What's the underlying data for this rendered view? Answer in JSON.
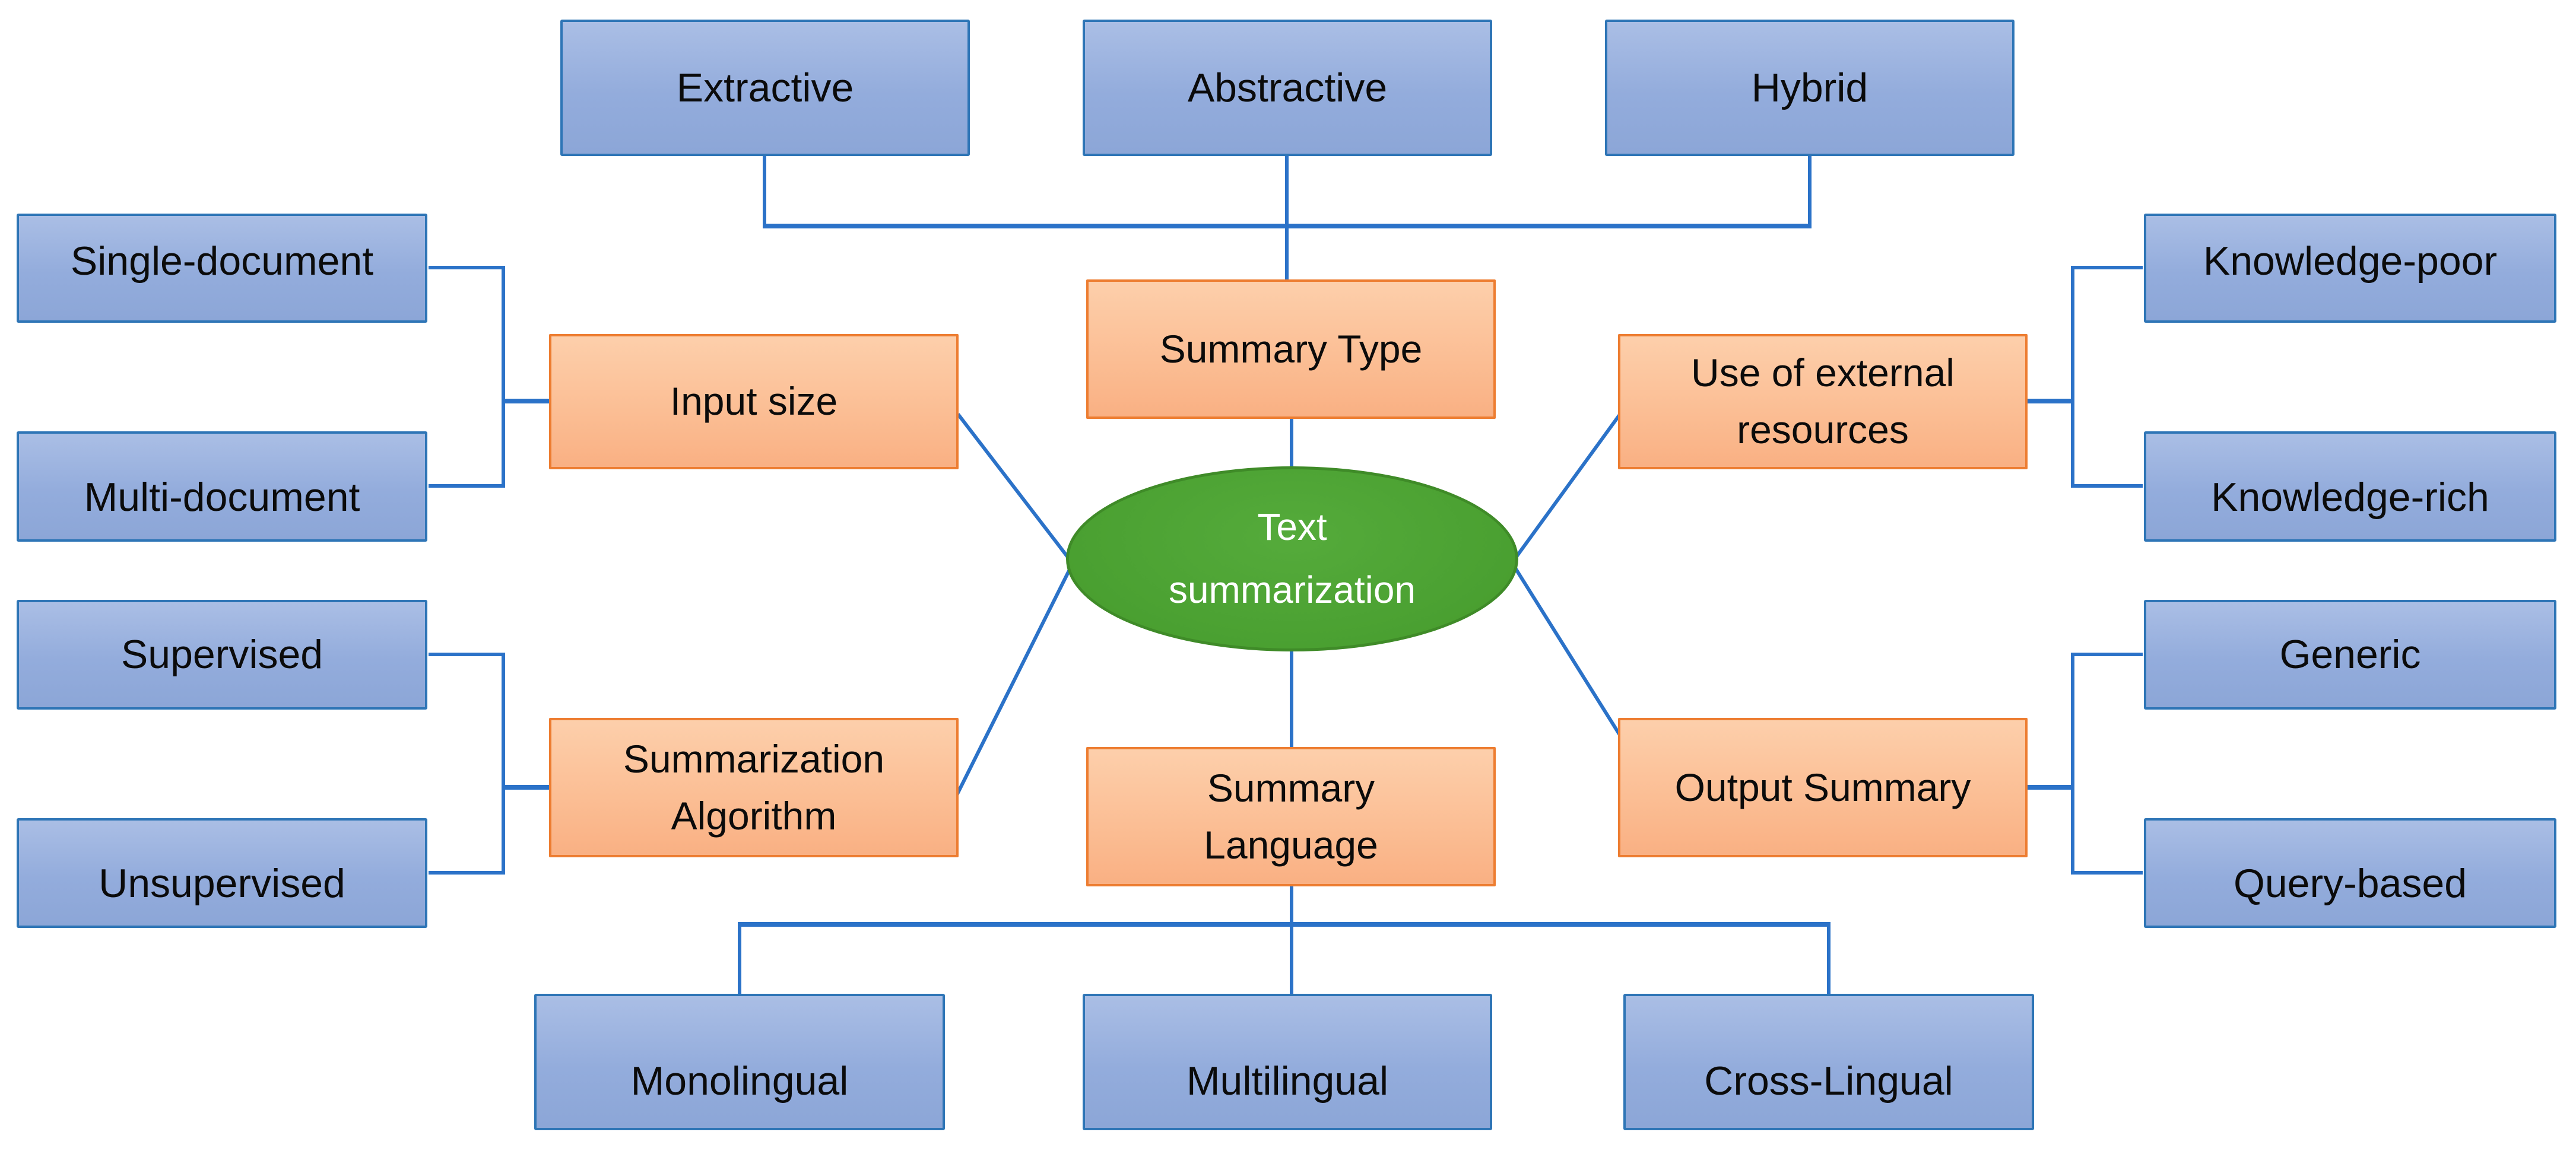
{
  "diagram": {
    "root": {
      "label": "Text\nsummarization"
    },
    "categories": {
      "summary_type": {
        "label": "Summary Type"
      },
      "input_size": {
        "label": "Input size"
      },
      "use_of_external_resources": {
        "label": "Use of external\nresources"
      },
      "summarization_algorithm": {
        "label": "Summarization\nAlgorithm"
      },
      "output_summary": {
        "label": "Output Summary"
      },
      "summary_language": {
        "label": "Summary\nLanguage"
      }
    },
    "leaves": {
      "extractive": {
        "label": "Extractive"
      },
      "abstractive": {
        "label": "Abstractive"
      },
      "hybrid": {
        "label": "Hybrid"
      },
      "single_document": {
        "label": "Single-document"
      },
      "multi_document": {
        "label": "Multi-document"
      },
      "supervised": {
        "label": "Supervised"
      },
      "unsupervised": {
        "label": "Unsupervised"
      },
      "knowledge_poor": {
        "label": "Knowledge-poor"
      },
      "knowledge_rich": {
        "label": "Knowledge-rich"
      },
      "generic": {
        "label": "Generic"
      },
      "query_based": {
        "label": "Query-based"
      },
      "monolingual": {
        "label": "Monolingual"
      },
      "multilingual": {
        "label": "Multilingual"
      },
      "cross_lingual": {
        "label": "Cross-Lingual"
      }
    },
    "edges": [
      {
        "from": "text_summarization",
        "to": "summary_type"
      },
      {
        "from": "text_summarization",
        "to": "input_size"
      },
      {
        "from": "text_summarization",
        "to": "use_of_external_resources"
      },
      {
        "from": "text_summarization",
        "to": "summarization_algorithm"
      },
      {
        "from": "text_summarization",
        "to": "output_summary"
      },
      {
        "from": "text_summarization",
        "to": "summary_language"
      },
      {
        "from": "summary_type",
        "to": "extractive"
      },
      {
        "from": "summary_type",
        "to": "abstractive"
      },
      {
        "from": "summary_type",
        "to": "hybrid"
      },
      {
        "from": "input_size",
        "to": "single_document"
      },
      {
        "from": "input_size",
        "to": "multi_document"
      },
      {
        "from": "use_of_external_resources",
        "to": "knowledge_poor"
      },
      {
        "from": "use_of_external_resources",
        "to": "knowledge_rich"
      },
      {
        "from": "summarization_algorithm",
        "to": "supervised"
      },
      {
        "from": "summarization_algorithm",
        "to": "unsupervised"
      },
      {
        "from": "output_summary",
        "to": "generic"
      },
      {
        "from": "output_summary",
        "to": "query_based"
      },
      {
        "from": "summary_language",
        "to": "monolingual"
      },
      {
        "from": "summary_language",
        "to": "multilingual"
      },
      {
        "from": "summary_language",
        "to": "cross_lingual"
      }
    ],
    "colors": {
      "connector": "#2b72c8",
      "leaf_fill": "#8fa9db",
      "leaf_border": "#2e75b6",
      "category_fill": "#fbbd93",
      "category_border": "#ed7d31",
      "root_fill": "#4aa031",
      "root_border": "#3f8b28",
      "leaf_text": "#000000",
      "root_text": "#ffffff"
    }
  }
}
